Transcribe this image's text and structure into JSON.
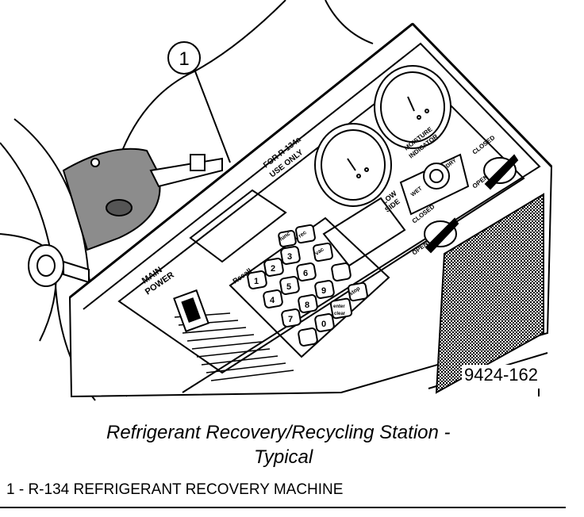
{
  "figure": {
    "callout_number": "1",
    "figure_number": "9424-162",
    "caption_line1": "Refrigerant Recovery/Recycling Station -",
    "caption_line2": "Typical",
    "legend_item": "1 - R-134 REFRIGERANT RECOVERY MACHINE"
  },
  "panel": {
    "label_for_r134a": "FOR R-134a",
    "label_use_only": "USE ONLY",
    "label_main": "MAIN",
    "label_power": "POWER",
    "label_low": "LOW",
    "label_side": "SIDE",
    "label_moisture": "MOISTURE",
    "label_indicator": "INDICATOR",
    "label_wet": "WET",
    "label_dry": "DRY",
    "label_closed_top": "CLOSED",
    "label_open_top": "OPEN",
    "label_closed_mid": "CLOSED",
    "label_open_mid": "OPEN"
  },
  "keypad": {
    "label_recall": "Recall",
    "key_1": "1",
    "key_2": "2",
    "key_3": "3",
    "key_4": "4",
    "key_5": "5",
    "key_6": "6",
    "key_7": "7",
    "key_8": "8",
    "key_9": "9",
    "key_0": "0",
    "key_func": "func",
    "key_rec": "rec",
    "key_vac": "vac",
    "key_enter": "enter",
    "key_clear": "clear",
    "key_stop": "stop"
  }
}
